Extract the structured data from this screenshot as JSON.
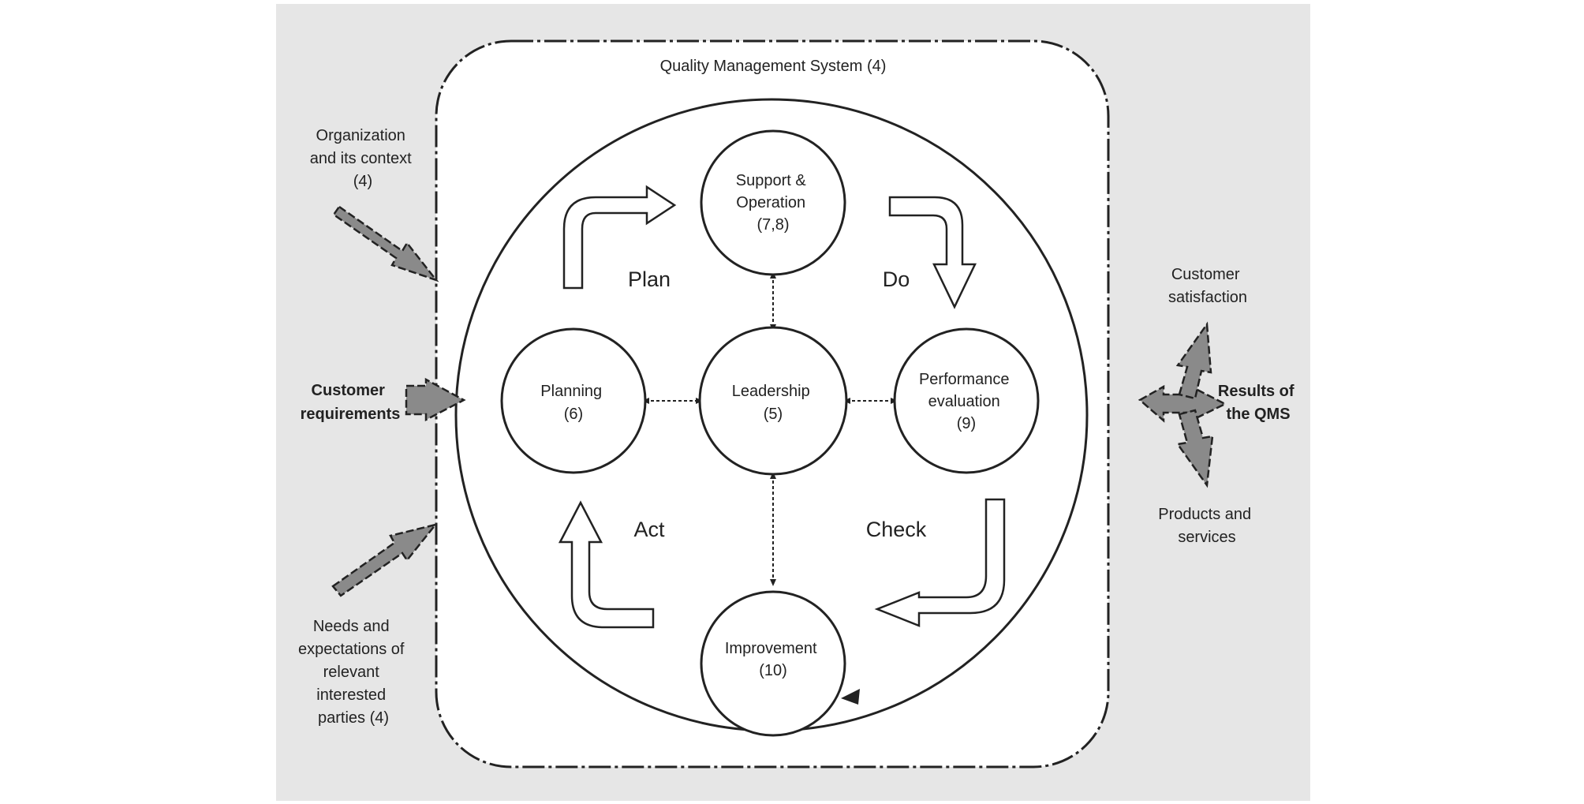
{
  "title": "Quality Management System (4)",
  "inputs": {
    "organization_context": [
      "Organization",
      "and its context",
      "(4)"
    ],
    "customer_requirements": [
      "Customer",
      "requirements"
    ],
    "needs_expectations": [
      "Needs and",
      "expectations of",
      "relevant",
      "interested",
      "parties (4)"
    ]
  },
  "nodes": {
    "support_operation": [
      "Support &",
      "Operation",
      "(7,8)"
    ],
    "planning": [
      "Planning",
      "(6)"
    ],
    "leadership": [
      "Leadership",
      "(5)"
    ],
    "performance_evaluation": [
      "Performance",
      "evaluation",
      "(9)"
    ],
    "improvement": [
      "Improvement",
      "(10)"
    ]
  },
  "pdca": {
    "plan": "Plan",
    "do": "Do",
    "check": "Check",
    "act": "Act"
  },
  "outputs": {
    "customer_satisfaction": [
      "Customer",
      "satisfaction"
    ],
    "results": [
      "Results of",
      "the QMS"
    ],
    "products_services": [
      "Products and",
      "services"
    ]
  },
  "colors": {
    "background": "#e6e6e6",
    "arrow_fill": "#8a8a8a",
    "line": "#222222"
  }
}
